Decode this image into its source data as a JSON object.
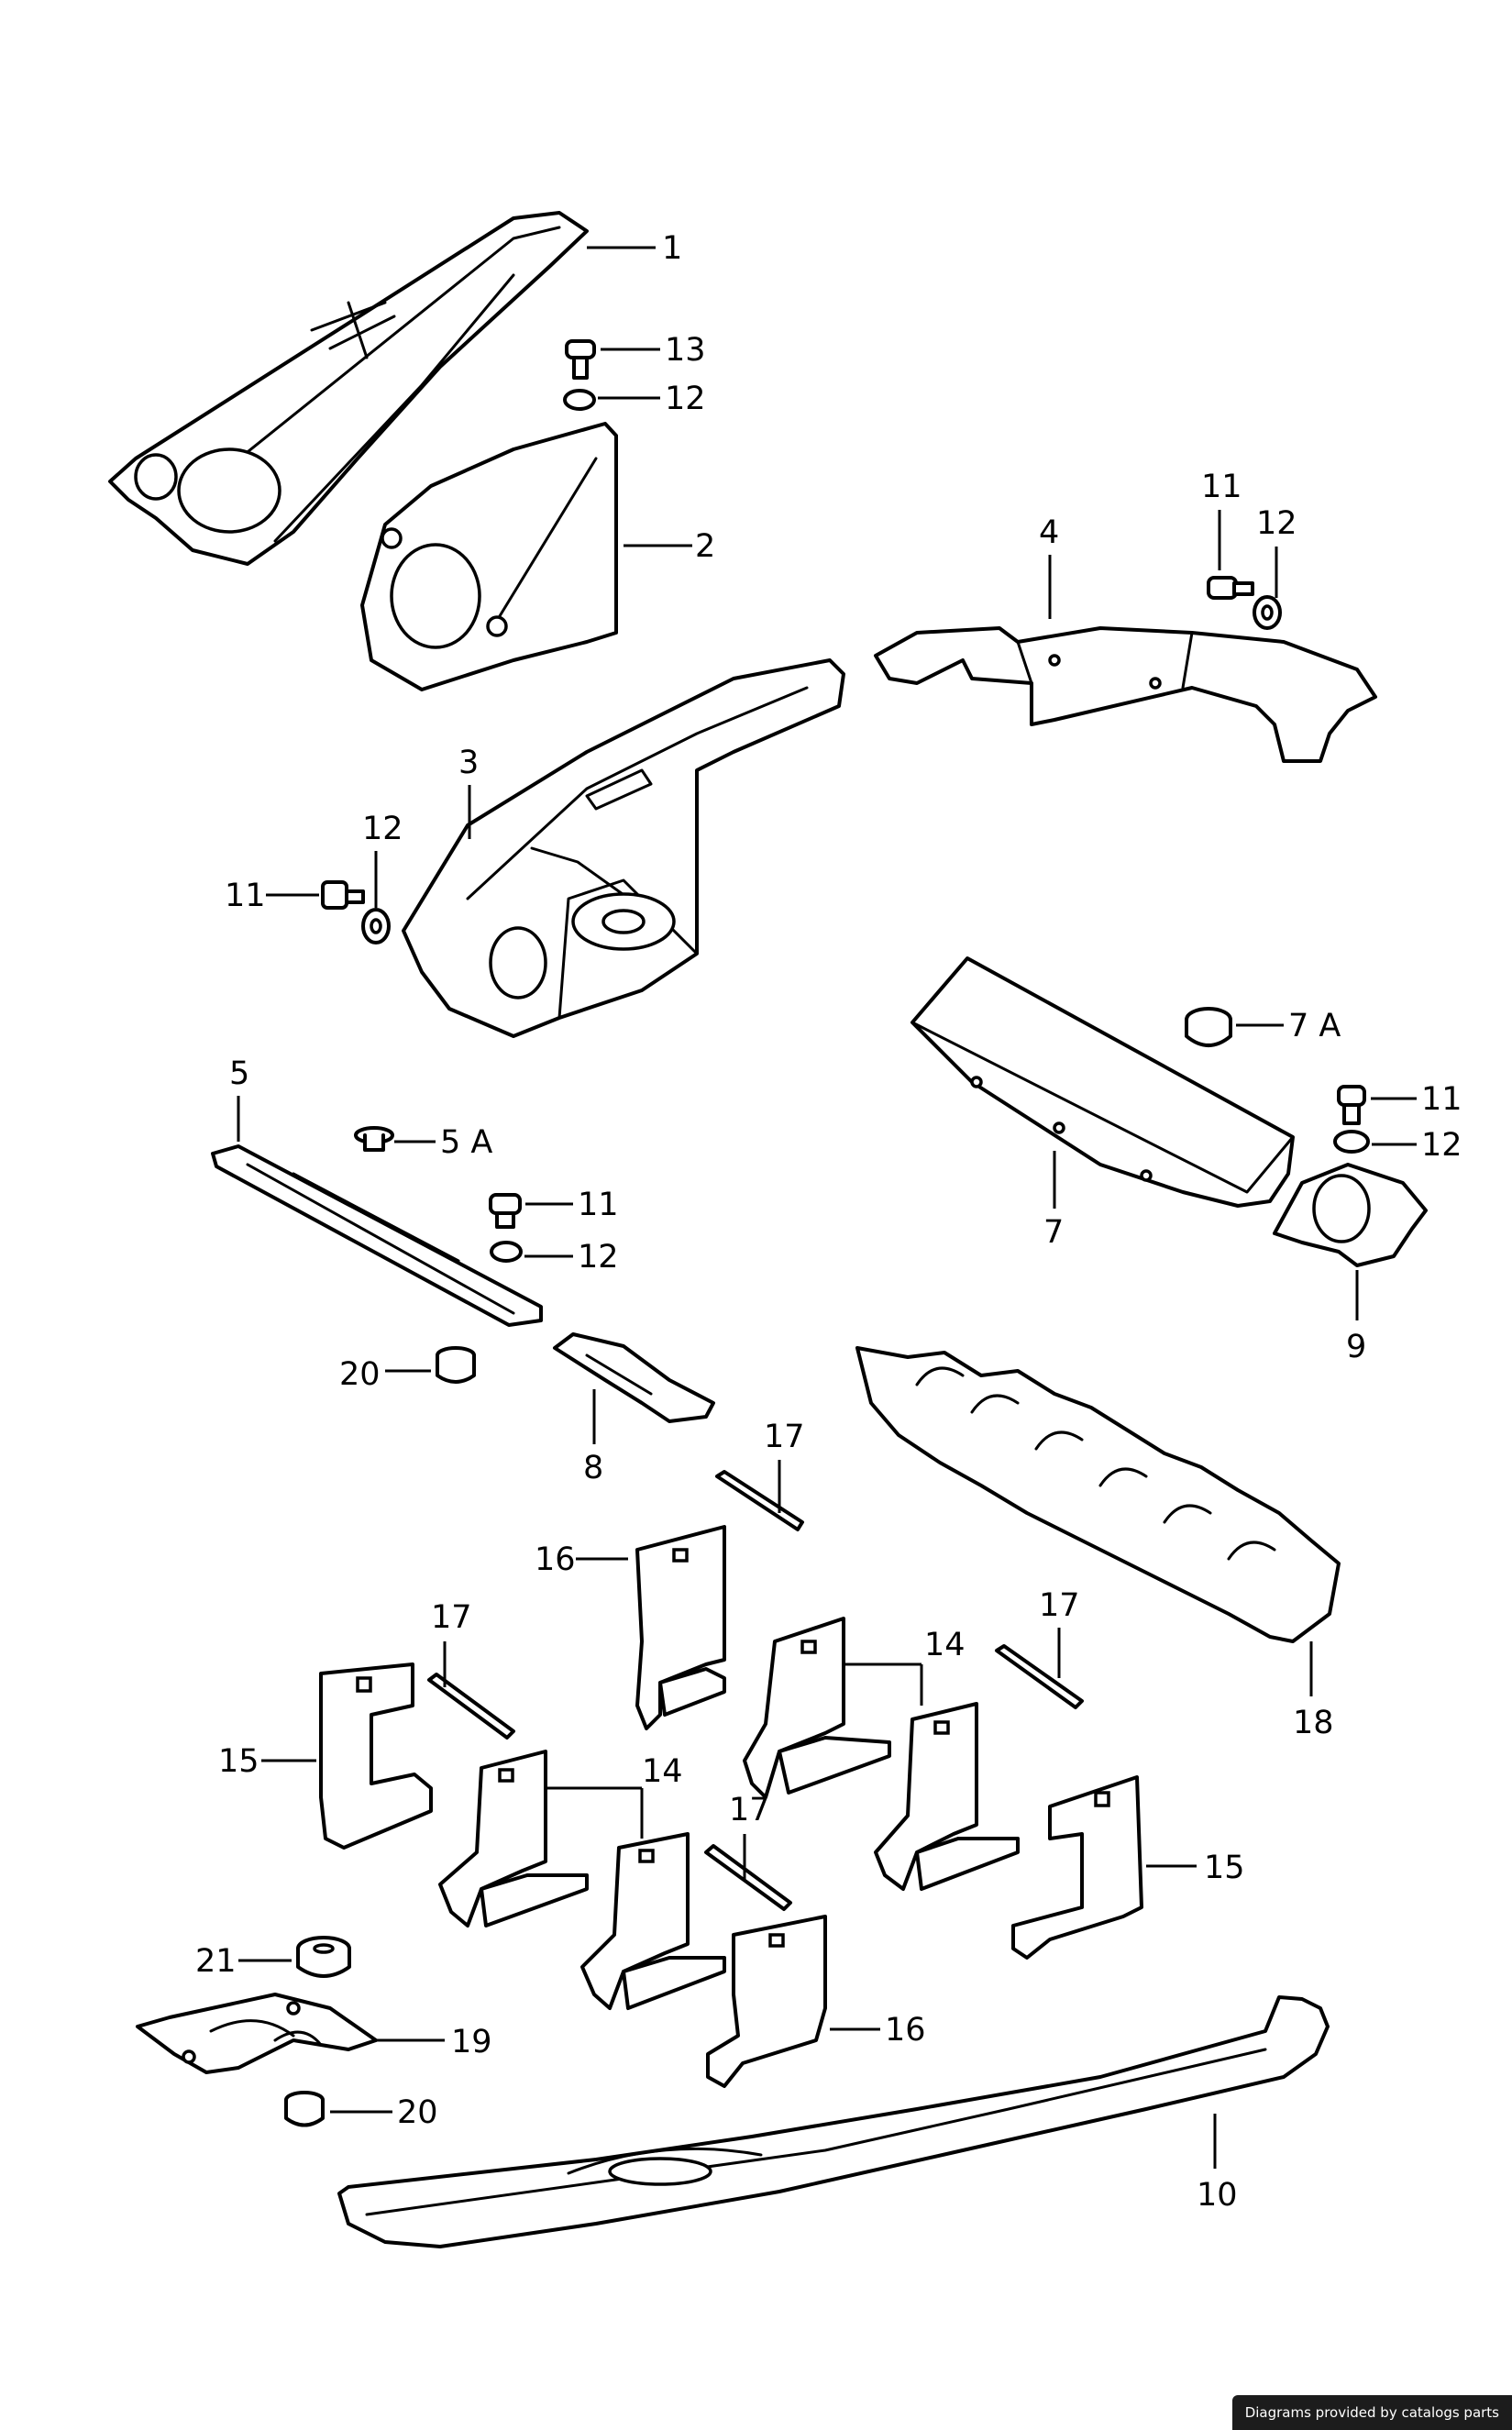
{
  "callouts": {
    "c1": "1",
    "c2": "2",
    "c3": "3",
    "c4": "4",
    "c5": "5",
    "c5a": "5 A",
    "c7": "7",
    "c7a": "7 A",
    "c8": "8",
    "c9": "9",
    "c10": "10",
    "c11a": "11",
    "c11b": "11",
    "c11c": "11",
    "c11d": "11",
    "c12a": "12",
    "c12b": "12",
    "c12c": "12",
    "c12d": "12",
    "c12e": "12",
    "c13": "13",
    "c14a": "14",
    "c14b": "14",
    "c15a": "15",
    "c15b": "15",
    "c16a": "16",
    "c16b": "16",
    "c17a": "17",
    "c17b": "17",
    "c17c": "17",
    "c17d": "17",
    "c18": "18",
    "c19": "19",
    "c20a": "20",
    "c20b": "20",
    "c21": "21"
  },
  "credit": "Diagrams provided by catalogs parts",
  "colors": {
    "line": "#000000",
    "background": "#ffffff",
    "credit_bg": "#1c1c1c"
  }
}
